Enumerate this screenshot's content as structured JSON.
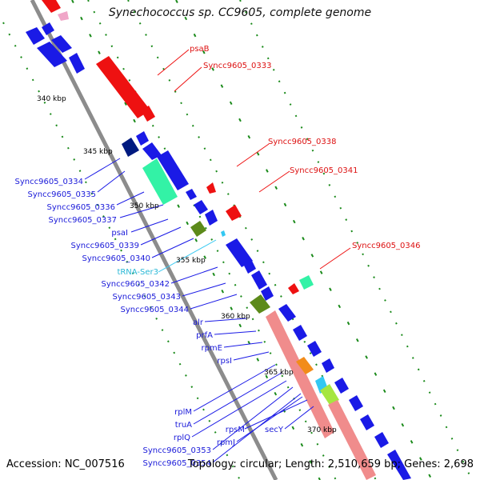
{
  "title": "Synechococcus sp. CC9605, complete genome",
  "accession": "Accession: NC_007516",
  "summary": "Topology: circular; Length: 2,510,659 bp; Genes: 2,698",
  "colors": {
    "forward_gene": "#ee1111",
    "reverse_gene": "#1a1ae6",
    "rrna_like": "#f08c8c",
    "trna": "#33cccc",
    "backbone": "#8c8c8c",
    "tick": "#1a8a1a"
  },
  "ruler": [
    {
      "label": "340 kbp"
    },
    {
      "label": "345 kbp"
    },
    {
      "label": "350 kbp"
    },
    {
      "label": "355 kbp"
    },
    {
      "label": "360 kbp"
    },
    {
      "label": "365 kbp"
    },
    {
      "label": "370 kbp"
    }
  ],
  "genes_forward": [
    {
      "label": "psaB"
    },
    {
      "label": "Syncc9605_0333"
    },
    {
      "label": "Syncc9605_0338"
    },
    {
      "label": "Syncc9605_0341"
    },
    {
      "label": "Syncc9605_0346"
    }
  ],
  "genes_reverse": [
    {
      "label": "Syncc9605_0334"
    },
    {
      "label": "Syncc9605_0335"
    },
    {
      "label": "Syncc9605_0336"
    },
    {
      "label": "Syncc9605_0337"
    },
    {
      "label": "psaI"
    },
    {
      "label": "Syncc9605_0339"
    },
    {
      "label": "Syncc9605_0340"
    },
    {
      "label": "tRNA-Ser3"
    },
    {
      "label": "Syncc9605_0342"
    },
    {
      "label": "Syncc9605_0343"
    },
    {
      "label": "Syncc9605_0344"
    },
    {
      "label": "alr"
    },
    {
      "label": "prfA"
    },
    {
      "label": "rpmE"
    },
    {
      "label": "rpsI"
    },
    {
      "label": "rplM"
    },
    {
      "label": "truA"
    },
    {
      "label": "rplQ"
    },
    {
      "label": "Syncc9605_0353"
    },
    {
      "label": "Syncc9605_0354"
    },
    {
      "label": "rpsM"
    },
    {
      "label": "rpmJ"
    },
    {
      "label": "secY"
    }
  ]
}
